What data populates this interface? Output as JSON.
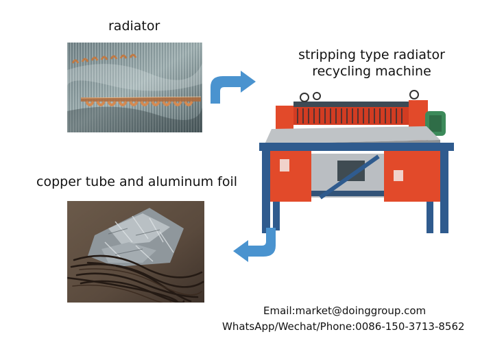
{
  "labels": {
    "radiator": "radiator",
    "machine_line1": "stripping type radiator",
    "machine_line2": "recycling machine",
    "copper": "copper tube and aluminum foil"
  },
  "contact": {
    "email": "Email:market@doinggroup.com",
    "phone": "WhatsApp/Wechat/Phone:0086-150-3713-8562"
  },
  "colors": {
    "arrow": "#4a93cf",
    "machine_frame": "#2f5b8e",
    "machine_body": "#e24a2a",
    "text": "#111111"
  },
  "icons": {
    "flow_arrow_right": "curved-arrow-right-icon",
    "flow_arrow_left": "curved-arrow-left-icon"
  }
}
